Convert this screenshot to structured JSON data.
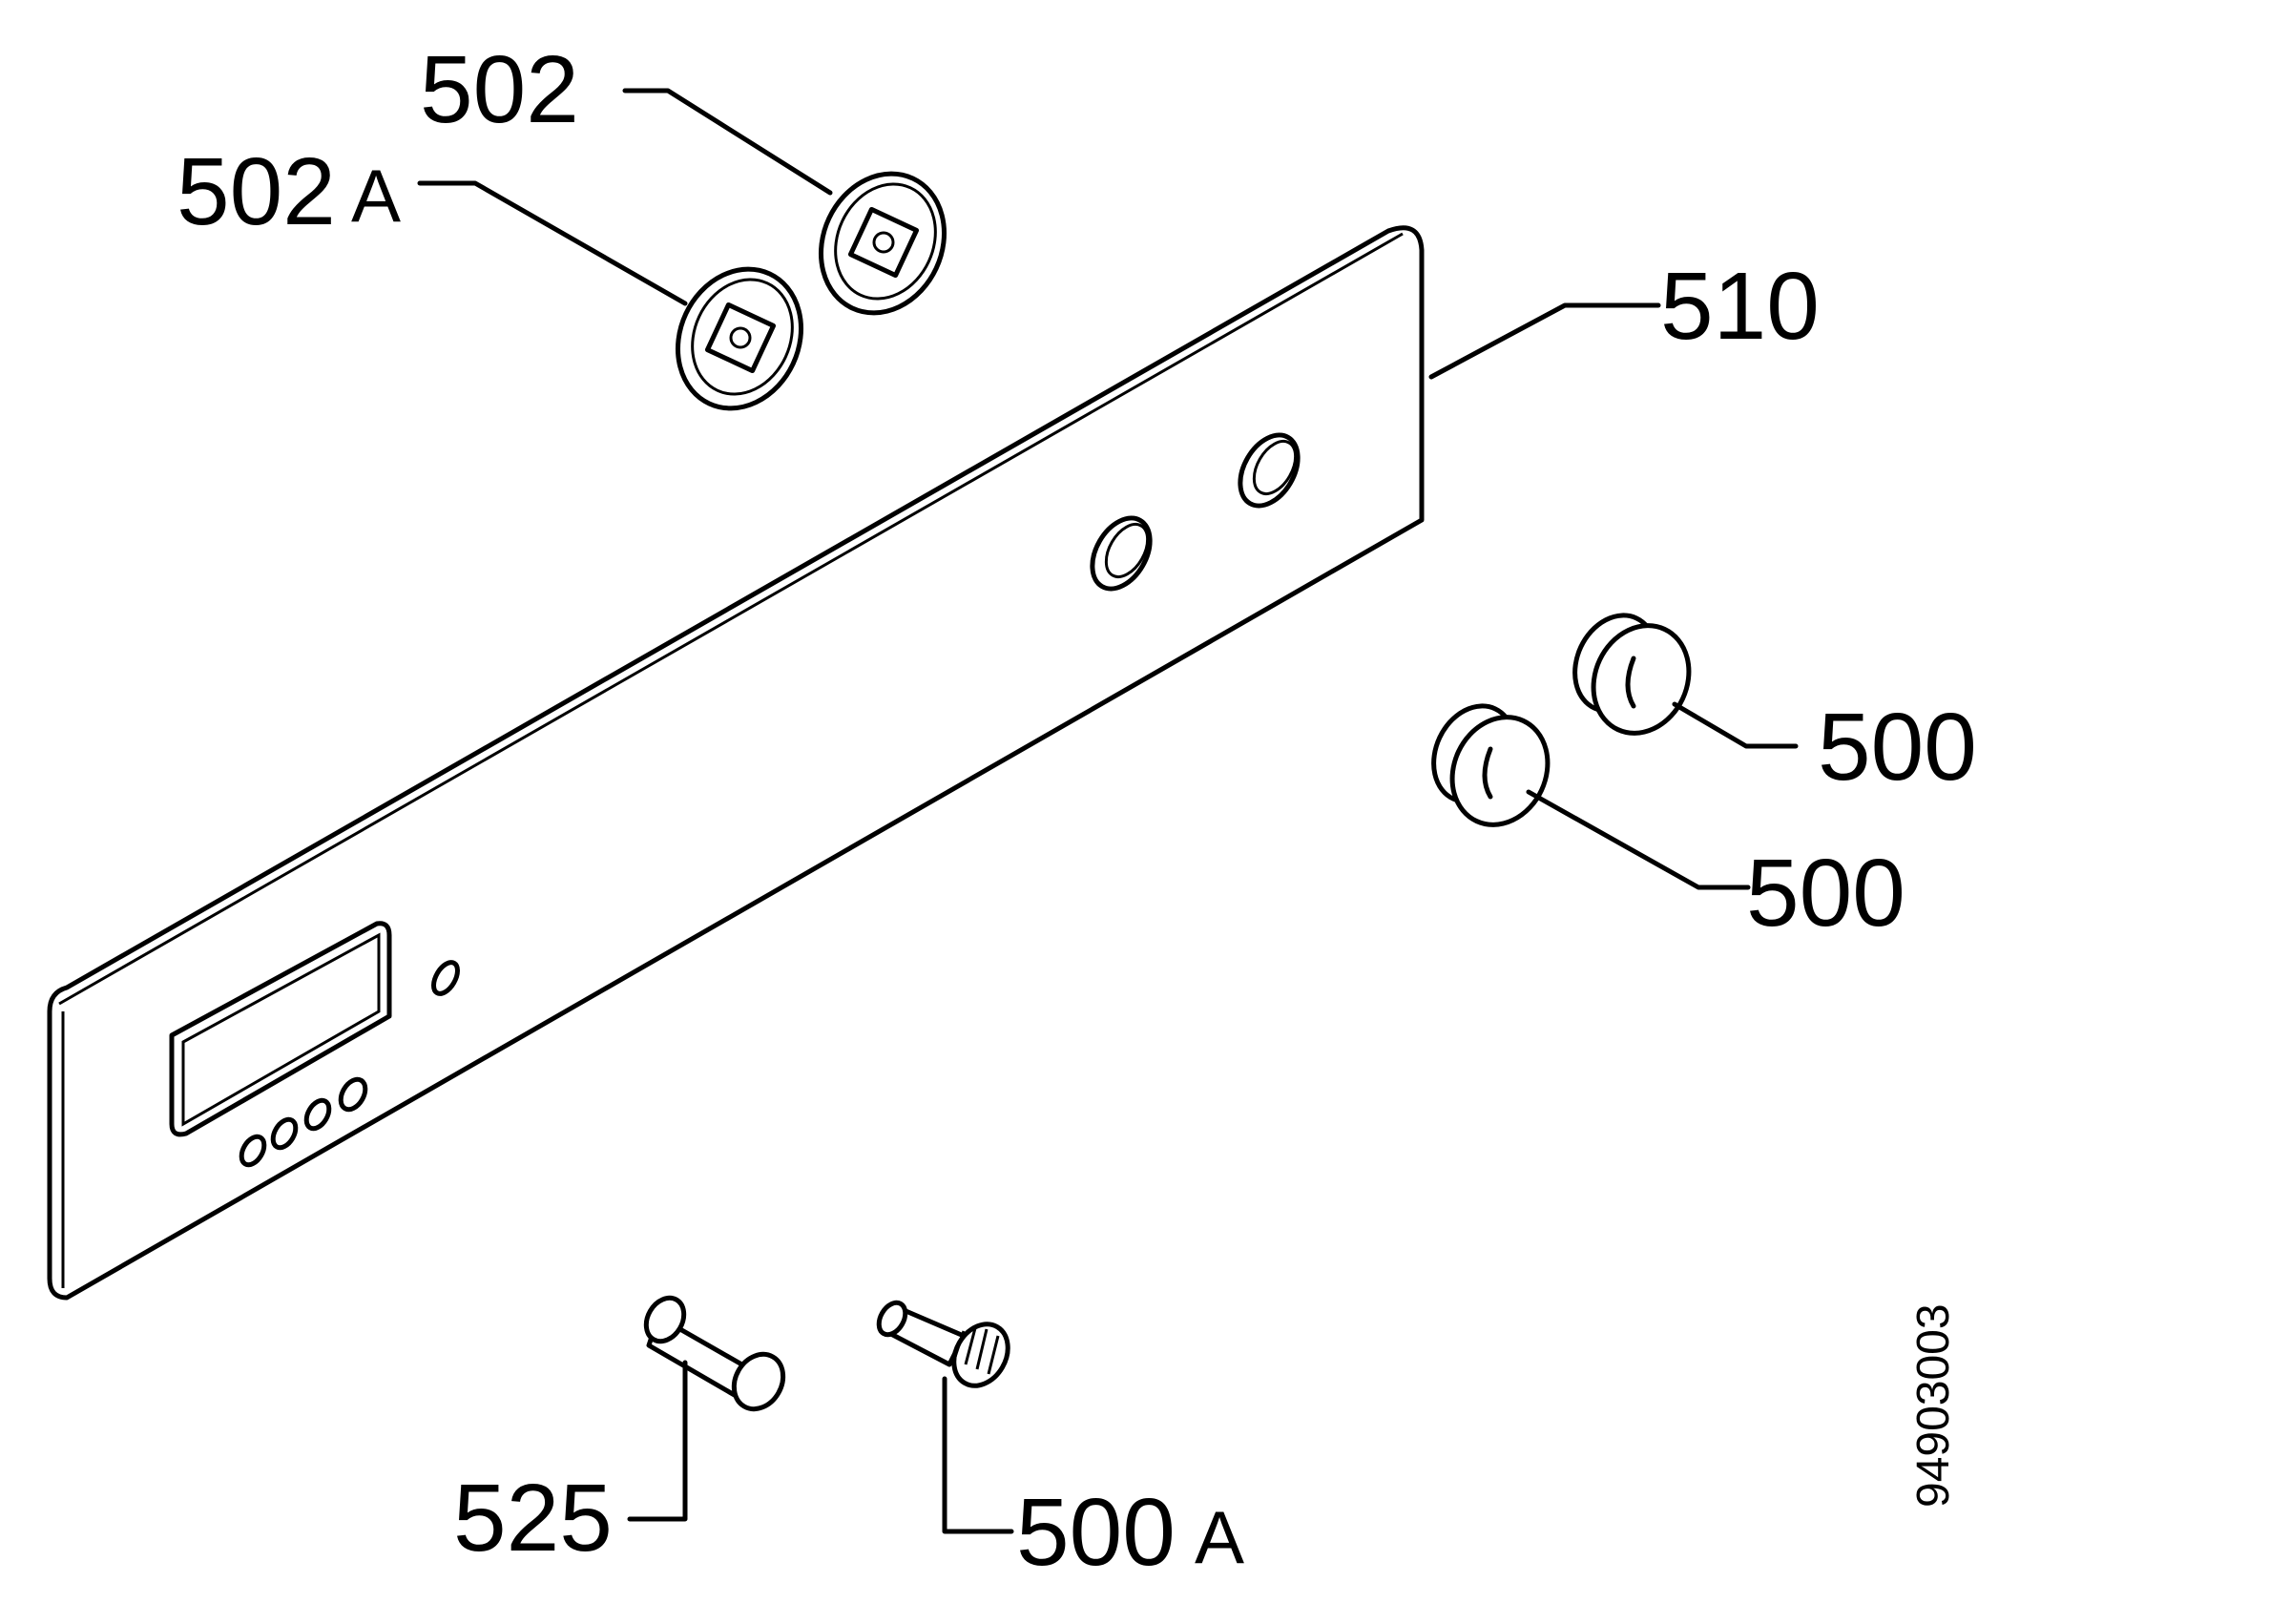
{
  "labels": {
    "l502": "502",
    "l502a_num": "502",
    "l502a_suffix": "A",
    "l510": "510",
    "l500_upper": "500",
    "l500_lower": "500",
    "l525": "525",
    "l500a_num": "500",
    "l500a_suffix": "A"
  },
  "drawing_number": "94903003",
  "colors": {
    "line": "#000000",
    "background": "#ffffff"
  }
}
